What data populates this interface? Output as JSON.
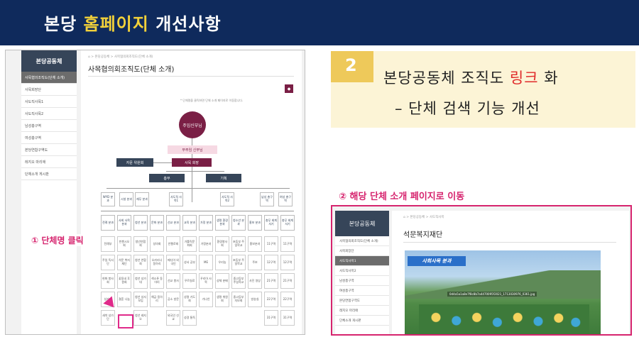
{
  "header": {
    "title_prefix": "본당 ",
    "title_highlight": "홈페이지",
    "title_suffix": " 개선사항"
  },
  "left_screen": {
    "sidebar": {
      "title": "본당공동체",
      "items": [
        {
          "label": "사목협의조직도(단체 소개)",
          "active": true
        },
        {
          "label": "사목회장단",
          "active": false
        },
        {
          "label": "사도직사목1",
          "active": false
        },
        {
          "label": "사도직사목2",
          "active": false
        },
        {
          "label": "남성총구역",
          "active": false
        },
        {
          "label": "여성총구역",
          "active": false
        },
        {
          "label": "본당연합구역도",
          "active": false
        },
        {
          "label": "레지오 마리애",
          "active": false
        },
        {
          "label": "단체소개 게시판",
          "active": false
        }
      ]
    },
    "breadcrumb": "⌂  >  본당공동체  >  사목협의회조직도(단체 소개)",
    "page_title": "사목협의회조직도(단체 소개)",
    "button_icon": "◆",
    "note": "* 단체명을 클릭하면 단체 소개 페이지로 이동합니다.",
    "org": {
      "top": "주임신부님",
      "assistant": "부주임 신부님",
      "left_committee": "자문 위원회",
      "chairman": "사목 회장",
      "general_affairs": "총무",
      "planning": "기획",
      "top_row": [
        "WYD 분과",
        "시설 분과",
        "재무 분과",
        "사도직 사목1",
        "사도직 사목2",
        "남성 총구역",
        "여성 총구역"
      ],
      "mid_row": [
        "전례 분과",
        "사회 사목 분과",
        "청년 분과",
        "문화 분과",
        "선교 분과",
        "교육 분과",
        "가정 분과",
        "생명 환경 분과",
        "청소년 분과",
        "홍보 분과",
        "총무 회계 서기",
        "총무 회계 서기"
      ],
      "sub_rows": [
        [
          "전례부",
          "빈첸시오회",
          "청년연합회",
          "성의회",
          "안젤로회",
          "가톨릭문화회",
          "가정분과",
          "환경봉사회",
          "초등부 주일학교",
          "홍보분과",
          "11구역",
          "11구역"
        ],
        [
          "주일 독서단",
          "석문 복지재단",
          "청년 연합회",
          "오카리나 동아리",
          "메디아 외국인",
          "성서 공부",
          "ME",
          "우리농",
          "초등부 주일학교",
          "주보",
          "12구역",
          "12구역"
        ],
        [
          "헌화 봉사회",
          "꽃동네 후원회",
          "청년 성가대",
          "색소폰 동아리",
          "선교 봉사",
          "꾸르실료",
          "꾸리아 사목",
          "성체 분배",
          "중고등부 주일학교",
          "사진 영상",
          "21구역",
          "21구역"
        ],
        [
          "성가대",
          "결혼 나눔",
          "청년 성서모임",
          "해금 동아리",
          "공소 방문",
          "성령 기도회",
          "가나안",
          "생명 위원회",
          "중고등부 자모회",
          "방송실",
          "22구역",
          "22구역"
        ],
        [
          "새싹 성가단",
          "",
          "청년 레지오",
          "",
          "외국인 선교",
          "성경 통독",
          "",
          "",
          "",
          "",
          "31구역",
          "31구역"
        ]
      ]
    },
    "callout": "① 단체명 클릭"
  },
  "info_box": {
    "number": "2",
    "line1_prefix": "본당공동체 조직도 ",
    "line1_highlight": "링크",
    "line1_suffix": " 화",
    "line2": "– 단체 검색 기능 개선"
  },
  "step2_label": "② 해당 단체 소개 페이지로 이동",
  "right_screen": {
    "sidebar": {
      "title": "본당공동체",
      "items": [
        {
          "label": "사목협의회조직도(단체 소개)",
          "active": false
        },
        {
          "label": "사목회장단",
          "active": false
        },
        {
          "label": "사도직사목1",
          "active": true
        },
        {
          "label": "사도직사목2",
          "active": false
        },
        {
          "label": "남성총구역",
          "active": false
        },
        {
          "label": "여성총구역",
          "active": false
        },
        {
          "label": "본당연합구역도",
          "active": false
        },
        {
          "label": "레지오 마리애",
          "active": false
        },
        {
          "label": "단체소개 게시판",
          "active": false
        }
      ]
    },
    "breadcrumb": "⌂  >  본당공동체  >  사도직사목",
    "page_title": "석문복지재단",
    "photo_banner": "사회사목 분과",
    "photo_filename": "0d4a5a1a8e7f8c8b7a4470095f2021_1713030976_0361.jpg"
  },
  "colors": {
    "header_bg": "#0f2a5c",
    "highlight_yellow": "#f2d13a",
    "accent_pink": "#d6246e",
    "org_maroon": "#7a1f45",
    "org_navy": "#364559",
    "info_box_bg": "#fcf4d6",
    "badge_bg": "#eec95a",
    "link_red": "#e02a2a"
  }
}
